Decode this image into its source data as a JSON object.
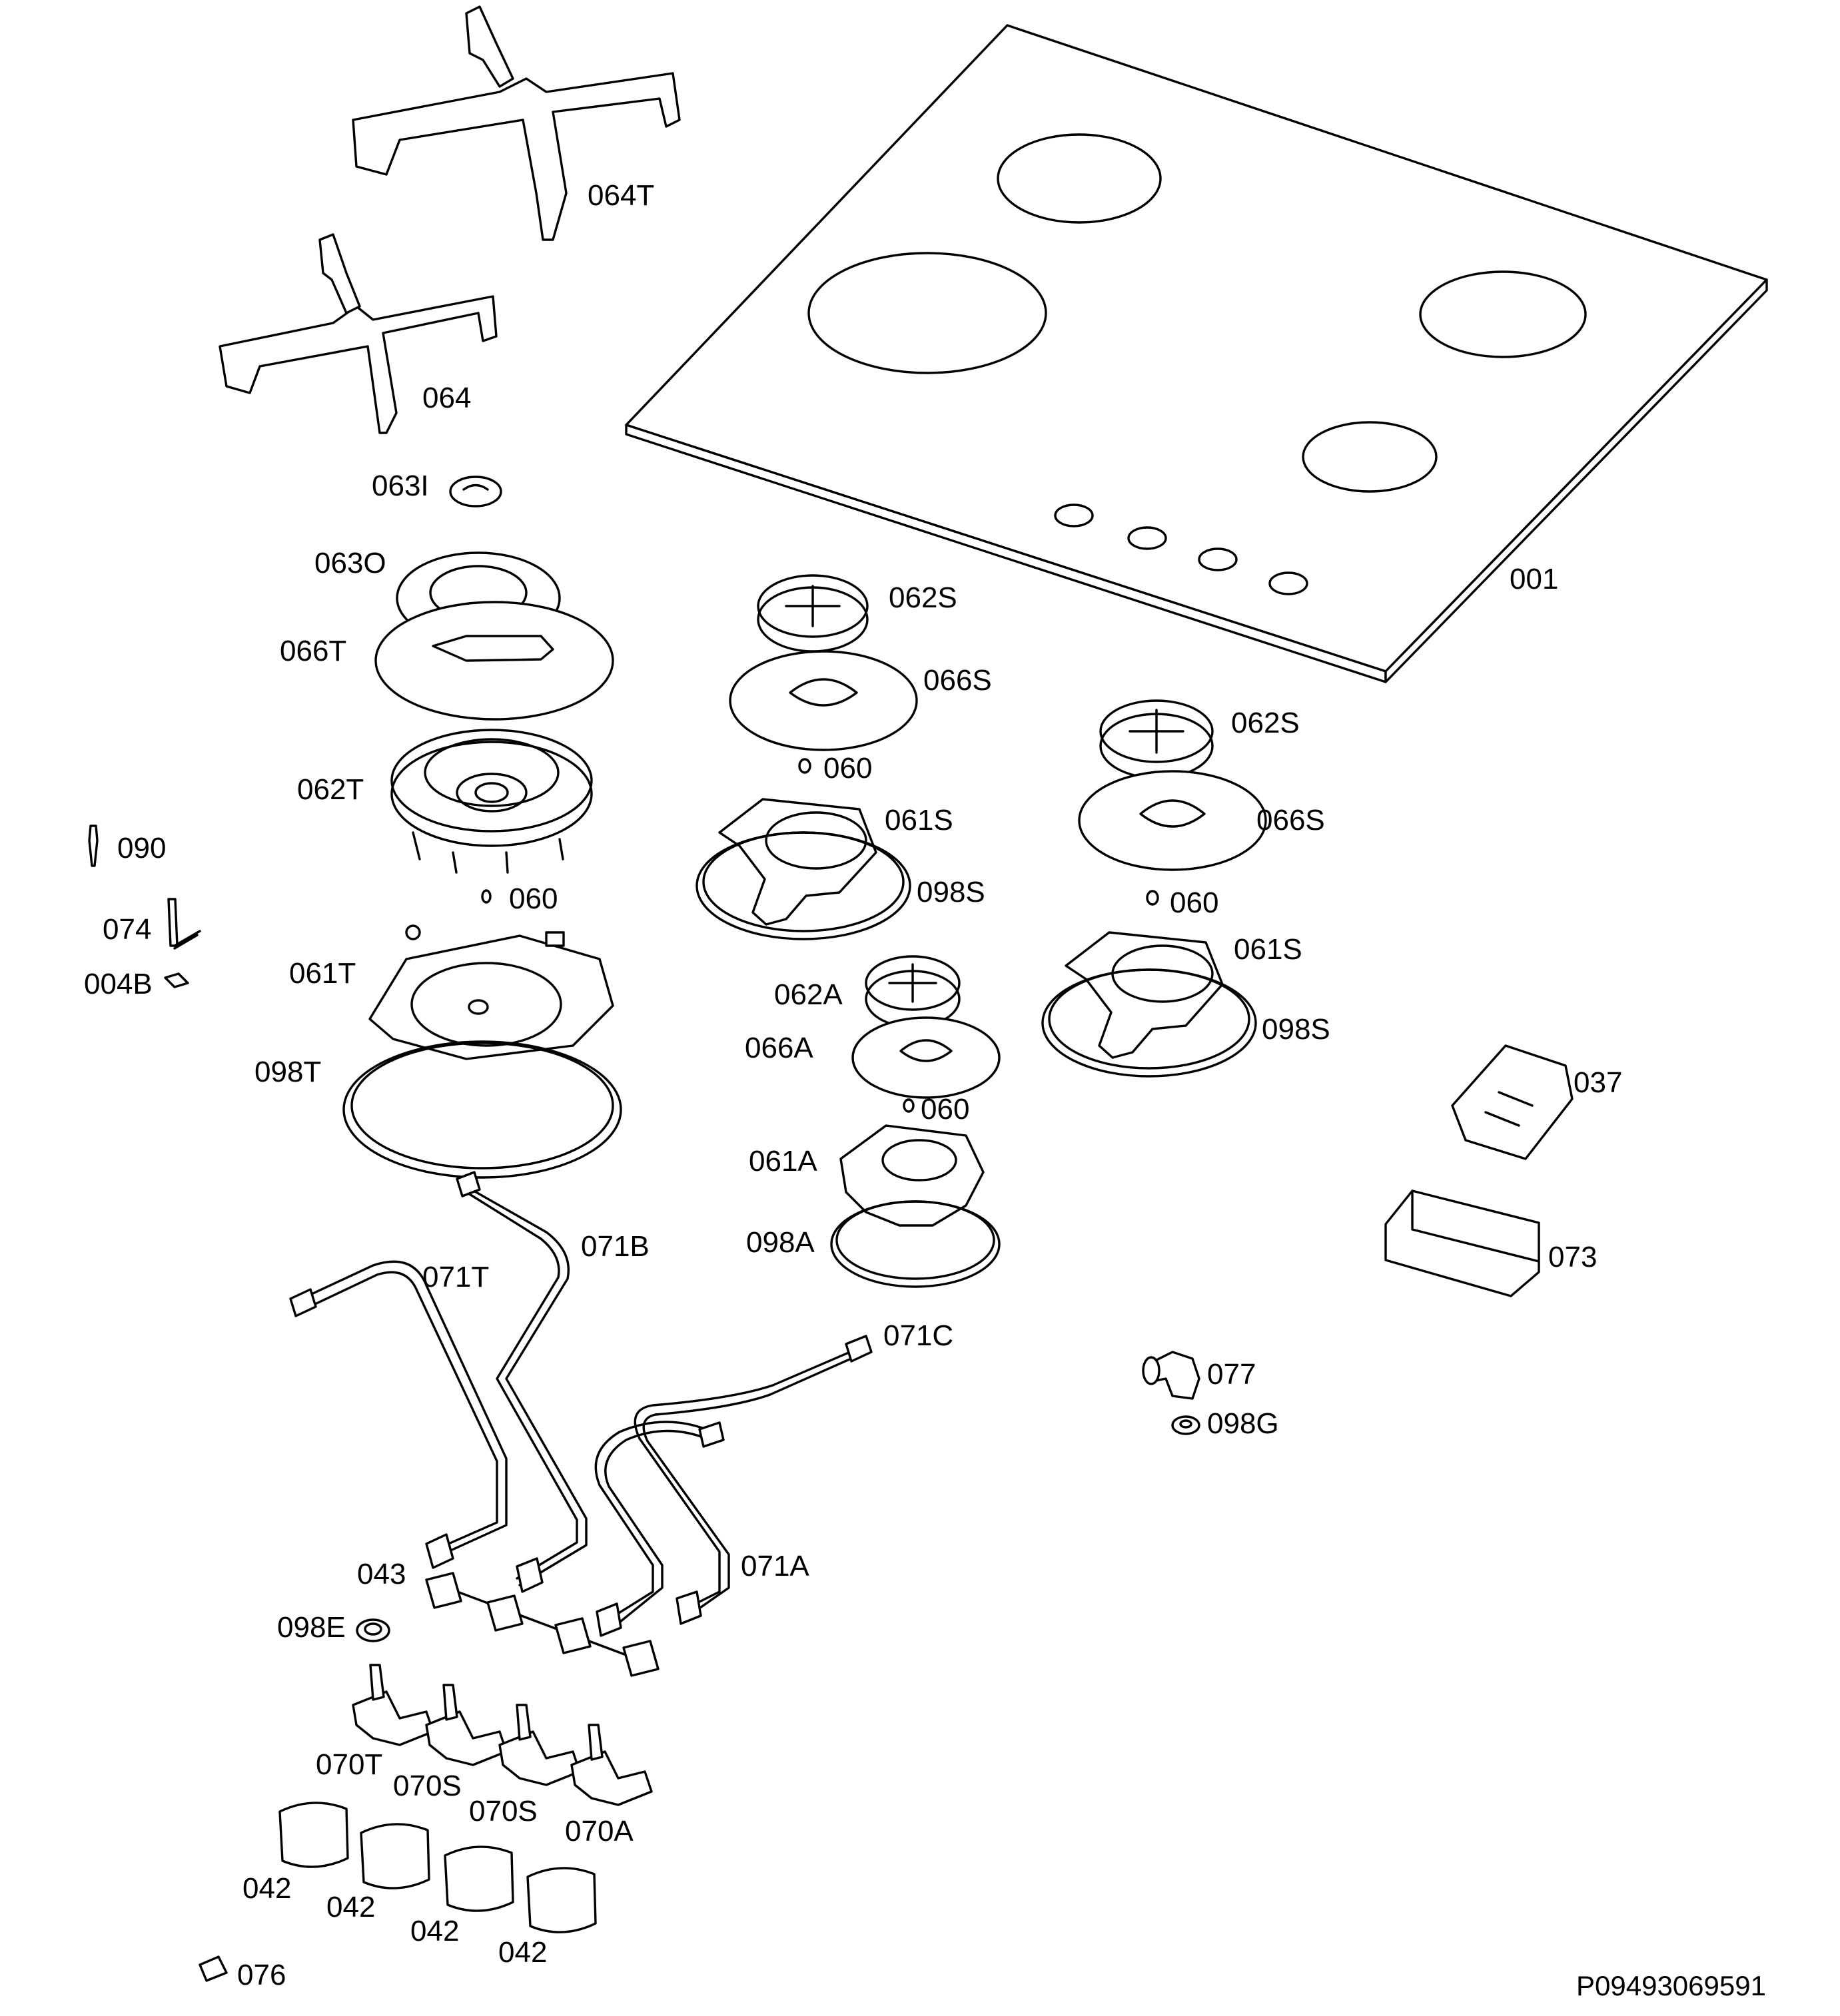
{
  "diagram": {
    "labels": {
      "p064T": "064T",
      "p064": "064",
      "p063I": "063I",
      "p063O": "063O",
      "p066T": "066T",
      "p062T": "062T",
      "p090": "090",
      "p074": "074",
      "p004B": "004B",
      "p060_t": "060",
      "p061T": "061T",
      "p098T": "098T",
      "p001": "001",
      "p062S_a": "062S",
      "p066S_a": "066S",
      "p060_a": "060",
      "p061S_a": "061S",
      "p098S_a": "098S",
      "p062S_b": "062S",
      "p066S_b": "066S",
      "p060_b": "060",
      "p061S_b": "061S",
      "p098S_b": "098S",
      "p062A": "062A",
      "p066A": "066A",
      "p060_c": "060",
      "p061A": "061A",
      "p098A": "098A",
      "p037": "037",
      "p073": "073",
      "p071T": "071T",
      "p071B": "071B",
      "p071C": "071C",
      "p071A": "071A",
      "p077": "077",
      "p098G": "098G",
      "p043": "043",
      "p098E": "098E",
      "p070T": "070T",
      "p070S_a": "070S",
      "p070S_b": "070S",
      "p070A": "070A",
      "p042_a": "042",
      "p042_b": "042",
      "p042_c": "042",
      "p042_d": "042",
      "p076": "076"
    },
    "drawing_code": "P09493069591"
  }
}
